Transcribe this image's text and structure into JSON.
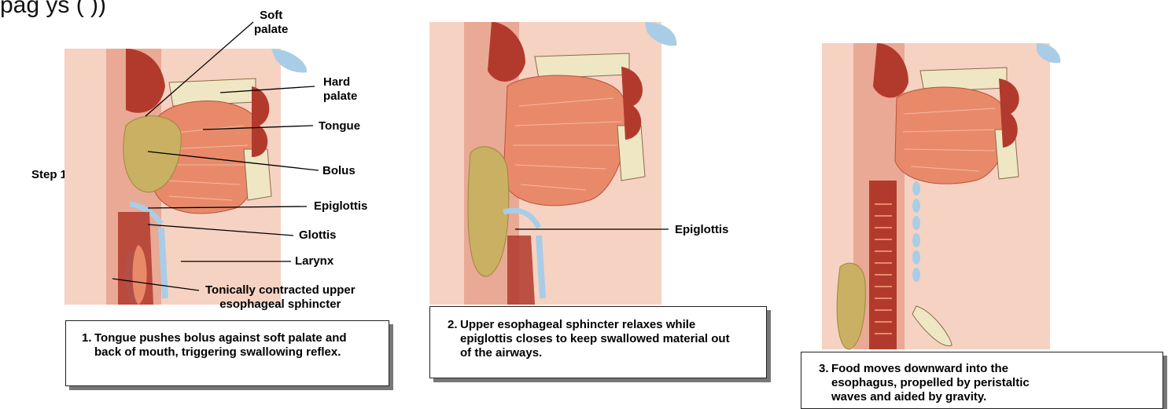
{
  "top_text": "pag                                                                                                             ys (        ))",
  "step_title": "Step 1",
  "panel1": {
    "labels": {
      "soft_palate_line1": "Soft",
      "soft_palate_line2": "palate",
      "hard_palate_line1": "Hard",
      "hard_palate_line2": "palate",
      "tongue": "Tongue",
      "bolus": "Bolus",
      "epiglottis": "Epiglottis",
      "glottis": "Glottis",
      "larynx": "Larynx",
      "sphincter_line1": "Tonically contracted upper",
      "sphincter_line2": "esophageal sphincter"
    },
    "caption": {
      "num": "1.",
      "text": "Tongue pushes bolus against soft palate and back of mouth, triggering swallowing reflex."
    }
  },
  "panel2": {
    "labels": {
      "epiglottis": "Epiglottis"
    },
    "caption": {
      "num": "2.",
      "text": "Upper esophageal sphincter relaxes while epiglottis closes to keep swallowed material out of the airways."
    }
  },
  "panel3": {
    "caption": {
      "num": "3.",
      "text": "Food moves downward into the esophagus, propelled by peristaltic waves and aided by gravity."
    }
  },
  "colors": {
    "skin": "#f6d2c2",
    "muscle": "#e88a6a",
    "tissue_dark": "#b23a2c",
    "bolus": "#c9b062",
    "cartilage": "#a9cde6",
    "bone": "#efe7c4"
  }
}
